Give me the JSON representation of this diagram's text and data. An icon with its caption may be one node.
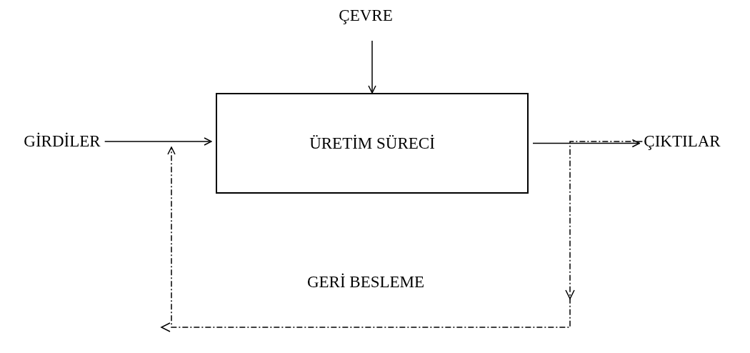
{
  "diagram": {
    "nodes": [
      {
        "text": [
          "ÇEVRE"
        ]
      },
      {
        "text": [
          "GİRDİLER"
        ]
      },
      {
        "text": [
          "ÜRETİM SÜRECİ"
        ]
      },
      {
        "text": [
          "ÇIKTILAR"
        ]
      }
    ],
    "edges": [
      {
        "from": 0,
        "to": 2,
        "arrow": "to"
      },
      {
        "from": 1,
        "to": 2,
        "arrow": "to"
      },
      {
        "from": 2,
        "to": 3,
        "arrow": "to"
      },
      {
        "from": 3,
        "to": null,
        "arrow": "to",
        "style": "dashed",
        "label": "GERİ BESLEME"
      }
    ]
  }
}
